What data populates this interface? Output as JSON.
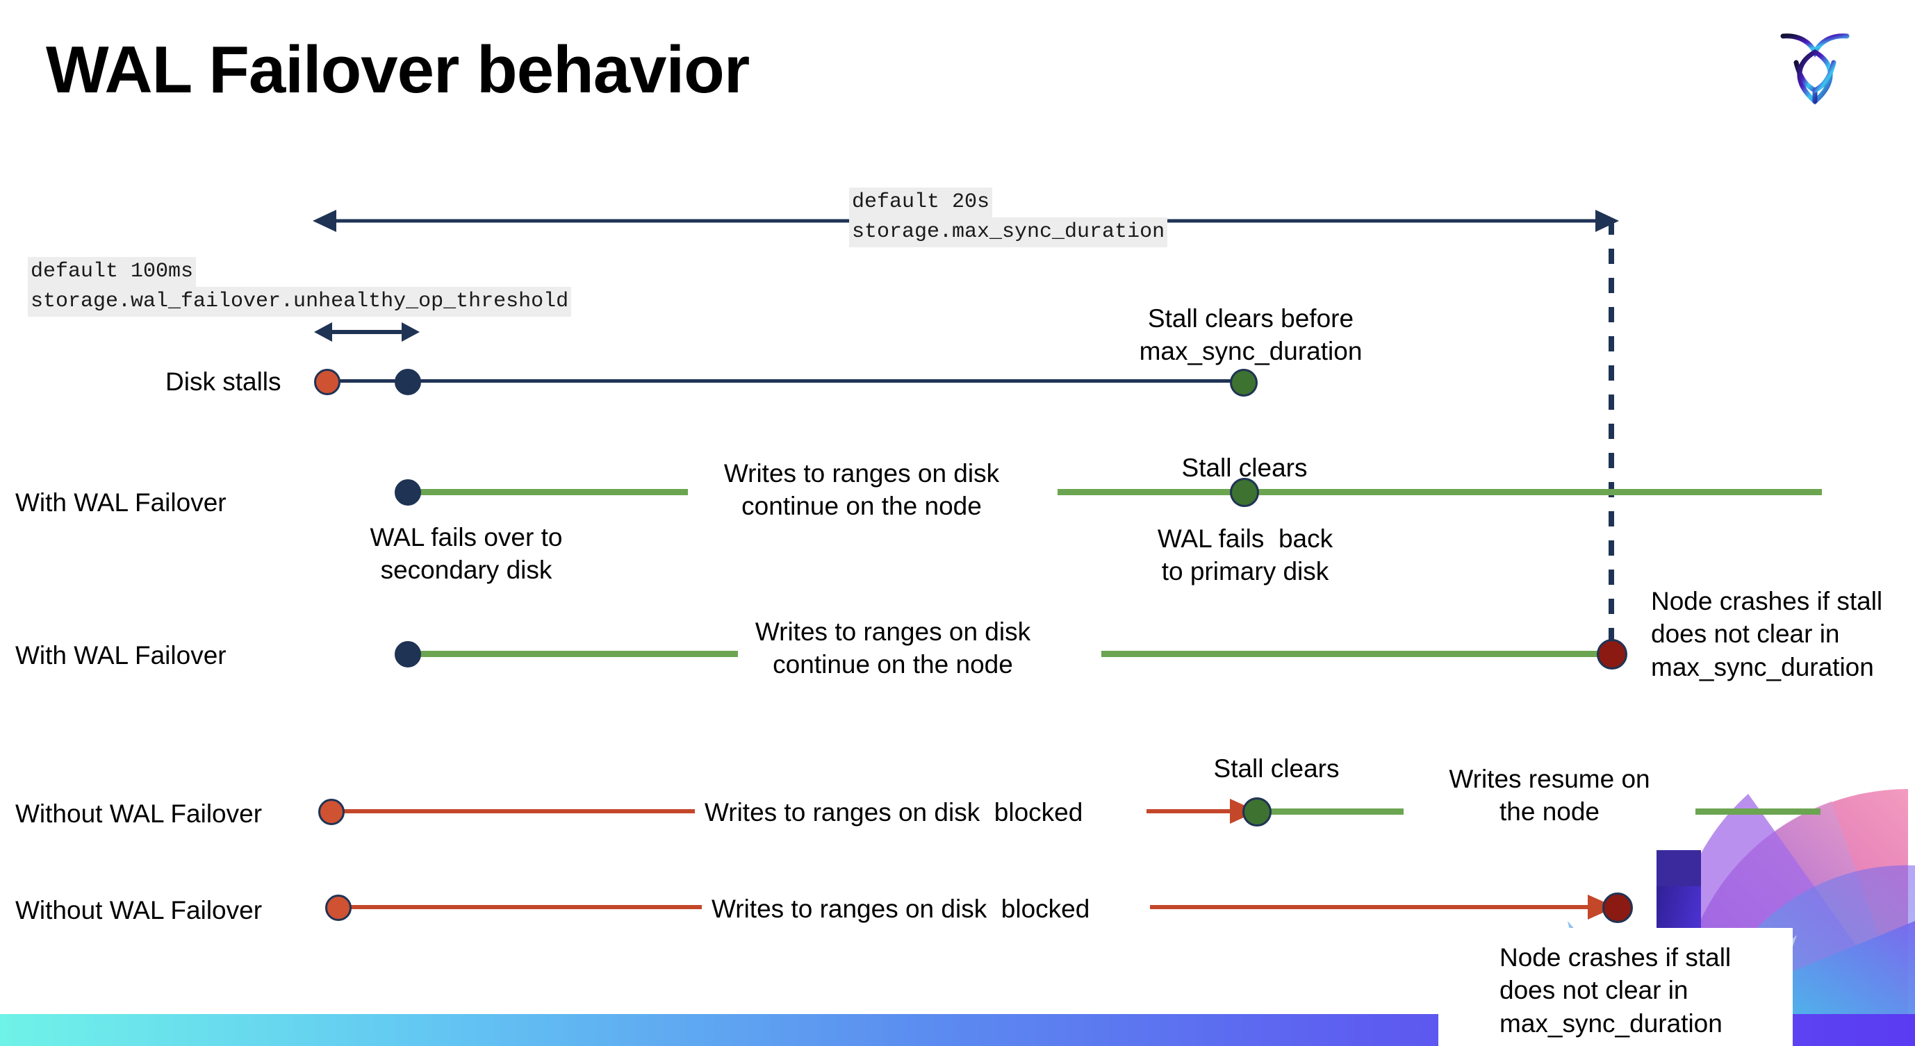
{
  "slide": {
    "title": "WAL Failover behavior",
    "logo_icon": "cockroach-labs-logo"
  },
  "annotations": {
    "max_sync": {
      "default": "default 20s",
      "setting": "storage.max_sync_duration"
    },
    "unhealthy_threshold": {
      "default": "default 100ms",
      "setting": "storage.wal_failover.unhealthy_op_threshold"
    }
  },
  "rows": [
    {
      "id": "disk-stalls",
      "label": "Disk stalls",
      "note": "Stall clears before\nmax_sync_duration"
    },
    {
      "id": "with-wal-failover-clears",
      "label": "With WAL Failover",
      "note_start": "WAL fails over to\nsecondary disk",
      "note_middle": "Writes to ranges on disk\ncontinue on the node",
      "note_event": "Stall clears",
      "note_end": "WAL fails  back\nto primary disk"
    },
    {
      "id": "with-wal-failover-crash",
      "label": "With WAL Failover",
      "note_middle": "Writes to ranges on disk\ncontinue on the node",
      "note_crash": "Node crashes if stall\ndoes not clear in\nmax_sync_duration"
    },
    {
      "id": "without-wal-failover-clears",
      "label": "Without WAL Failover",
      "note_middle": "Writes to ranges on disk  blocked",
      "note_event": "Stall clears",
      "note_end": "Writes resume on\nthe node"
    },
    {
      "id": "without-wal-failover-crash",
      "label": "Without WAL Failover",
      "note_middle": "Writes to ranges on disk  blocked",
      "note_crash": "Node crashes if stall\ndoes not clear in\nmax_sync_duration"
    }
  ],
  "colors": {
    "navy": "#1F3354",
    "green_line": "#6CA551",
    "green_dot": "#3E7230",
    "orange_line": "#C4472A",
    "orange_dot": "#CF5233",
    "dark_red_dot": "#8B1A13",
    "code_bg": "#EDEDED",
    "bottom_bar_from": "#6FF2E8",
    "bottom_bar_to": "#5B3BF2"
  }
}
